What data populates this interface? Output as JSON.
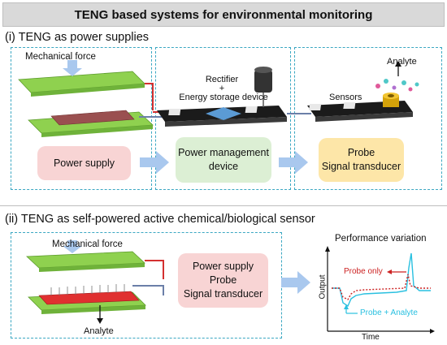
{
  "title": "TENG based systems for environmental monitoring",
  "section1": {
    "heading": "(i) TENG as power supplies",
    "mechanical_force": "Mechanical force",
    "rectifier": "Rectifier",
    "plus": "+",
    "energy_storage": "Energy storage device",
    "sensors": "Sensors",
    "analyte": "Analyte",
    "boxes": {
      "power_supply": "Power supply",
      "power_management_line1": "Power management",
      "power_management_line2": "device",
      "probe": "Probe",
      "signal_transducer": "Signal transducer"
    }
  },
  "section2": {
    "heading": "(ii) TENG as self-powered active chemical/biological sensor",
    "mechanical_force": "Mechanical force",
    "analyte": "Analyte",
    "box": {
      "line1": "Power supply",
      "line2": "Probe",
      "line3": "Signal transducer"
    },
    "plot": {
      "title": "Performance variation",
      "xlabel": "Time",
      "ylabel": "Output",
      "probe_only": "Probe only",
      "probe_analyte": "Probe + Analyte"
    }
  },
  "colors": {
    "dashed_border": "#3aa7c2",
    "green_plate": "#8fd14f",
    "red_layer": "#b05a5a",
    "pink_box": "#f8d4d4",
    "green_box": "#dcefd4",
    "yellow_box": "#fde6a8",
    "arrow_blue": "#a9c8ee",
    "probe_only_red": "#cc2222",
    "probe_analyte_cyan": "#29c0e0"
  }
}
